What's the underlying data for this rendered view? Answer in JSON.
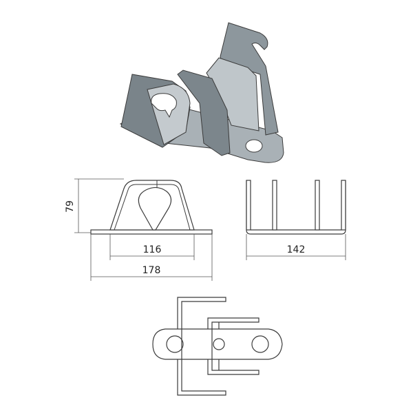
{
  "dimensions": {
    "height_label": "79",
    "inner_width_label": "116",
    "outer_width_label": "178",
    "depth_label": "142"
  },
  "colors": {
    "face_light": "#b7bec3",
    "face_mid": "#8f999f",
    "face_dark": "#6e787e",
    "outline": "#3a3a3a"
  }
}
